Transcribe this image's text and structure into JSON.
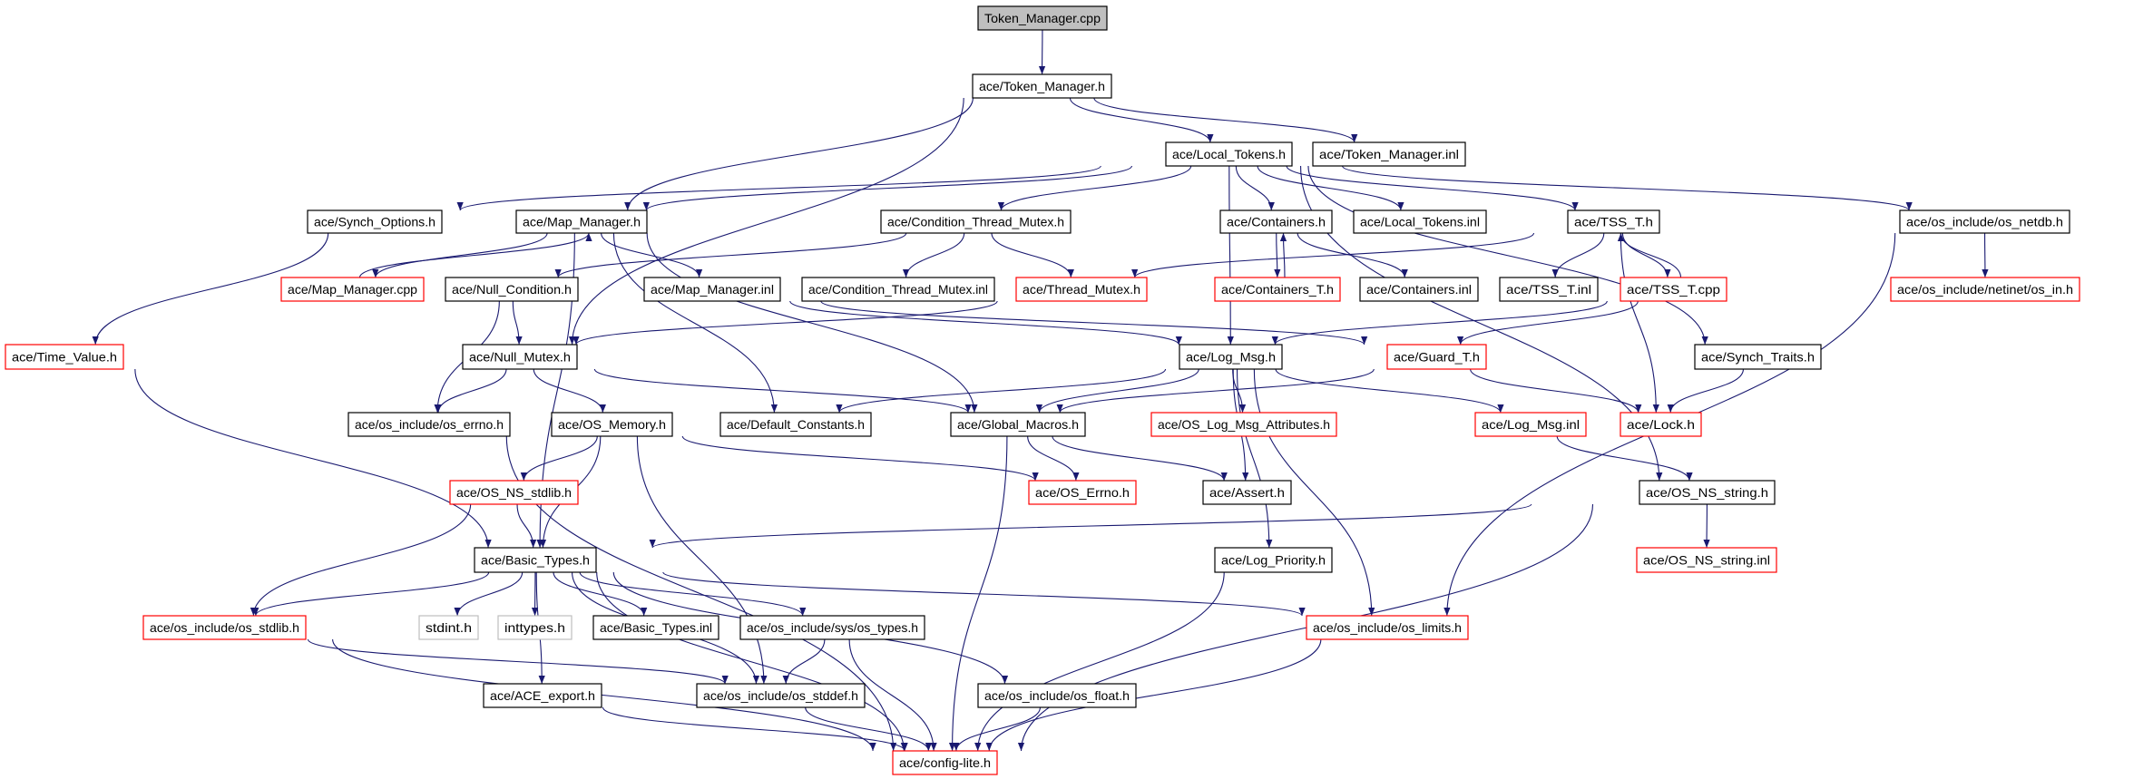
{
  "colors": {
    "edge": "#191970",
    "missing": "#ff0000",
    "root_fill": "#bfbfbf",
    "external": "#bfbfbf",
    "normal": "#000000"
  },
  "nodes": [
    {
      "id": "tm_cpp",
      "label": "Token_Manager.cpp",
      "kind": "root"
    },
    {
      "id": "tm_h",
      "label": "ace/Token_Manager.h",
      "kind": "normal"
    },
    {
      "id": "lt_h",
      "label": "ace/Local_Tokens.h",
      "kind": "normal"
    },
    {
      "id": "tm_inl",
      "label": "ace/Token_Manager.inl",
      "kind": "normal"
    },
    {
      "id": "so_h",
      "label": "ace/Synch_Options.h",
      "kind": "normal"
    },
    {
      "id": "mm_h",
      "label": "ace/Map_Manager.h",
      "kind": "normal"
    },
    {
      "id": "ctm_h",
      "label": "ace/Condition_Thread_Mutex.h",
      "kind": "normal"
    },
    {
      "id": "cont_h",
      "label": "ace/Containers.h",
      "kind": "normal"
    },
    {
      "id": "lt_inl",
      "label": "ace/Local_Tokens.inl",
      "kind": "normal"
    },
    {
      "id": "tss_h",
      "label": "ace/TSS_T.h",
      "kind": "normal"
    },
    {
      "id": "netdb_h",
      "label": "ace/os_include/os_netdb.h",
      "kind": "normal"
    },
    {
      "id": "mm_cpp",
      "label": "ace/Map_Manager.cpp",
      "kind": "missing"
    },
    {
      "id": "nc_h",
      "label": "ace/Null_Condition.h",
      "kind": "normal"
    },
    {
      "id": "mm_inl",
      "label": "ace/Map_Manager.inl",
      "kind": "normal"
    },
    {
      "id": "ctm_inl",
      "label": "ace/Condition_Thread_Mutex.inl",
      "kind": "normal"
    },
    {
      "id": "thm_h",
      "label": "ace/Thread_Mutex.h",
      "kind": "missing"
    },
    {
      "id": "contt_h",
      "label": "ace/Containers_T.h",
      "kind": "missing"
    },
    {
      "id": "cont_inl",
      "label": "ace/Containers.inl",
      "kind": "normal"
    },
    {
      "id": "tss_inl",
      "label": "ace/TSS_T.inl",
      "kind": "normal"
    },
    {
      "id": "tss_cpp",
      "label": "ace/TSS_T.cpp",
      "kind": "missing"
    },
    {
      "id": "osin_h",
      "label": "ace/os_include/netinet/os_in.h",
      "kind": "missing"
    },
    {
      "id": "tv_h",
      "label": "ace/Time_Value.h",
      "kind": "missing"
    },
    {
      "id": "nm_h",
      "label": "ace/Null_Mutex.h",
      "kind": "normal"
    },
    {
      "id": "lm_h",
      "label": "ace/Log_Msg.h",
      "kind": "normal"
    },
    {
      "id": "guard_h",
      "label": "ace/Guard_T.h",
      "kind": "missing"
    },
    {
      "id": "st_h",
      "label": "ace/Synch_Traits.h",
      "kind": "normal"
    },
    {
      "id": "errno_h",
      "label": "ace/os_include/os_errno.h",
      "kind": "normal"
    },
    {
      "id": "mem_h",
      "label": "ace/OS_Memory.h",
      "kind": "normal"
    },
    {
      "id": "dc_h",
      "label": "ace/Default_Constants.h",
      "kind": "normal"
    },
    {
      "id": "gm_h",
      "label": "ace/Global_Macros.h",
      "kind": "normal"
    },
    {
      "id": "lma_h",
      "label": "ace/OS_Log_Msg_Attributes.h",
      "kind": "missing"
    },
    {
      "id": "lm_inl",
      "label": "ace/Log_Msg.inl",
      "kind": "missing"
    },
    {
      "id": "lock_h",
      "label": "ace/Lock.h",
      "kind": "missing"
    },
    {
      "id": "nsstdlib_h",
      "label": "ace/OS_NS_stdlib.h",
      "kind": "missing"
    },
    {
      "id": "oserrno_h",
      "label": "ace/OS_Errno.h",
      "kind": "missing"
    },
    {
      "id": "assert_h",
      "label": "ace/Assert.h",
      "kind": "normal"
    },
    {
      "id": "nsstring_h",
      "label": "ace/OS_NS_string.h",
      "kind": "normal"
    },
    {
      "id": "bt_h",
      "label": "ace/Basic_Types.h",
      "kind": "normal"
    },
    {
      "id": "lp_h",
      "label": "ace/Log_Priority.h",
      "kind": "normal"
    },
    {
      "id": "nsstring_inl",
      "label": "ace/OS_NS_string.inl",
      "kind": "missing"
    },
    {
      "id": "stdlib_h",
      "label": "ace/os_include/os_stdlib.h",
      "kind": "missing"
    },
    {
      "id": "stdint_h",
      "label": "stdint.h",
      "kind": "external"
    },
    {
      "id": "inttypes_h",
      "label": "inttypes.h",
      "kind": "external"
    },
    {
      "id": "bt_inl",
      "label": "ace/Basic_Types.inl",
      "kind": "normal"
    },
    {
      "id": "types_h",
      "label": "ace/os_include/sys/os_types.h",
      "kind": "normal"
    },
    {
      "id": "limits_h",
      "label": "ace/os_include/os_limits.h",
      "kind": "missing"
    },
    {
      "id": "export_h",
      "label": "ace/ACE_export.h",
      "kind": "normal"
    },
    {
      "id": "stddef_h",
      "label": "ace/os_include/os_stddef.h",
      "kind": "normal"
    },
    {
      "id": "float_h",
      "label": "ace/os_include/os_float.h",
      "kind": "normal"
    },
    {
      "id": "cfg_h",
      "label": "ace/config-lite.h",
      "kind": "missing"
    }
  ],
  "edges": [
    [
      "tm_cpp",
      "tm_h"
    ],
    [
      "tm_h",
      "lt_h"
    ],
    [
      "tm_h",
      "tm_inl"
    ],
    [
      "tm_h",
      "mm_h"
    ],
    [
      "tm_h",
      "nm_h"
    ],
    [
      "lt_h",
      "so_h"
    ],
    [
      "lt_h",
      "mm_h"
    ],
    [
      "lt_h",
      "ctm_h"
    ],
    [
      "lt_h",
      "cont_h"
    ],
    [
      "lt_h",
      "lt_inl"
    ],
    [
      "lt_h",
      "tss_h"
    ],
    [
      "lt_h",
      "netdb_h"
    ],
    [
      "lt_h",
      "lm_h"
    ],
    [
      "lt_h",
      "st_h"
    ],
    [
      "lt_h",
      "nsstring_h"
    ],
    [
      "so_h",
      "tv_h"
    ],
    [
      "mm_h",
      "mm_cpp"
    ],
    [
      "mm_h",
      "mm_inl"
    ],
    [
      "mm_h",
      "gm_h"
    ],
    [
      "mm_h",
      "bt_h"
    ],
    [
      "mm_h",
      "dc_h"
    ],
    [
      "mm_cpp",
      "mm_h"
    ],
    [
      "ctm_h",
      "nc_h"
    ],
    [
      "ctm_h",
      "ctm_inl"
    ],
    [
      "ctm_h",
      "thm_h"
    ],
    [
      "cont_h",
      "contt_h"
    ],
    [
      "cont_h",
      "cont_inl"
    ],
    [
      "contt_h",
      "cont_h"
    ],
    [
      "tss_h",
      "thm_h"
    ],
    [
      "tss_h",
      "tss_inl"
    ],
    [
      "tss_h",
      "tss_cpp"
    ],
    [
      "tss_h",
      "lock_h"
    ],
    [
      "tss_cpp",
      "tss_h"
    ],
    [
      "tss_cpp",
      "lm_h"
    ],
    [
      "tss_cpp",
      "guard_h"
    ],
    [
      "netdb_h",
      "osin_h"
    ],
    [
      "netdb_h",
      "limits_h"
    ],
    [
      "nc_h",
      "nm_h"
    ],
    [
      "nc_h",
      "errno_h"
    ],
    [
      "mm_inl",
      "lm_h"
    ],
    [
      "mm_inl",
      "guard_h"
    ],
    [
      "thm_h",
      "nm_h"
    ],
    [
      "tv_h",
      "bt_h"
    ],
    [
      "nm_h",
      "errno_h"
    ],
    [
      "nm_h",
      "mem_h"
    ],
    [
      "nm_h",
      "gm_h"
    ],
    [
      "lm_h",
      "dc_h"
    ],
    [
      "lm_h",
      "gm_h"
    ],
    [
      "lm_h",
      "lma_h"
    ],
    [
      "lm_h",
      "assert_h"
    ],
    [
      "lm_h",
      "lp_h"
    ],
    [
      "lm_h",
      "limits_h"
    ],
    [
      "lm_h",
      "lm_inl"
    ],
    [
      "guard_h",
      "gm_h"
    ],
    [
      "guard_h",
      "lock_h"
    ],
    [
      "st_h",
      "lock_h"
    ],
    [
      "errno_h",
      "cfg_h"
    ],
    [
      "mem_h",
      "nsstdlib_h"
    ],
    [
      "mem_h",
      "bt_h"
    ],
    [
      "mem_h",
      "oserrno_h"
    ],
    [
      "mem_h",
      "stddef_h"
    ],
    [
      "gm_h",
      "oserrno_h"
    ],
    [
      "gm_h",
      "assert_h"
    ],
    [
      "gm_h",
      "cfg_h"
    ],
    [
      "lm_inl",
      "nsstring_h"
    ],
    [
      "nsstdlib_h",
      "bt_h"
    ],
    [
      "nsstdlib_h",
      "stdlib_h"
    ],
    [
      "nsstring_h",
      "bt_h"
    ],
    [
      "nsstring_h",
      "nsstring_inl"
    ],
    [
      "nsstring_h",
      "cfg_h"
    ],
    [
      "bt_h",
      "stdlib_h"
    ],
    [
      "bt_h",
      "stdint_h"
    ],
    [
      "bt_h",
      "inttypes_h"
    ],
    [
      "bt_h",
      "bt_inl"
    ],
    [
      "bt_h",
      "types_h"
    ],
    [
      "bt_h",
      "limits_h"
    ],
    [
      "bt_h",
      "export_h"
    ],
    [
      "bt_h",
      "stddef_h"
    ],
    [
      "bt_h",
      "float_h"
    ],
    [
      "bt_h",
      "cfg_h"
    ],
    [
      "lp_h",
      "cfg_h"
    ],
    [
      "stdlib_h",
      "stddef_h"
    ],
    [
      "stdlib_h",
      "cfg_h"
    ],
    [
      "types_h",
      "stddef_h"
    ],
    [
      "types_h",
      "cfg_h"
    ],
    [
      "limits_h",
      "cfg_h"
    ],
    [
      "export_h",
      "cfg_h"
    ],
    [
      "stddef_h",
      "cfg_h"
    ],
    [
      "float_h",
      "cfg_h"
    ]
  ]
}
